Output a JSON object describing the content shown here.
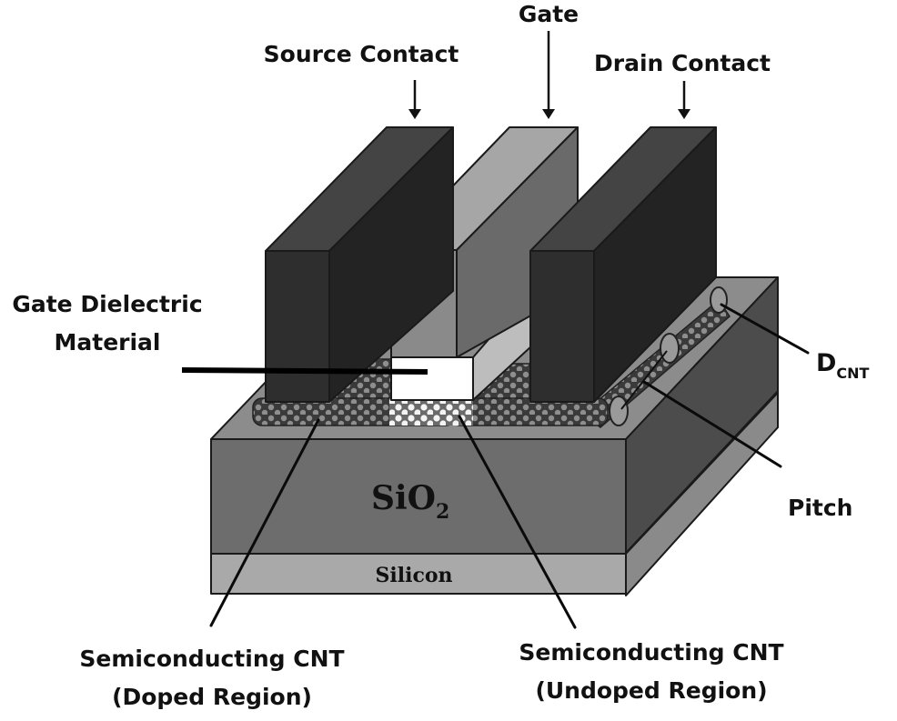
{
  "diagram": {
    "title": "Carbon nanotube field-effect transistor (CNTFET) structure",
    "labels": {
      "gate": "Gate",
      "source_contact": "Source Contact",
      "drain_contact": "Drain Contact",
      "gate_dielectric_line1": "Gate Dielectric",
      "gate_dielectric_line2": "Material",
      "d_cnt_main": "D",
      "d_cnt_sub": "CNT",
      "pitch": "Pitch",
      "sio2_main": "SiO",
      "sio2_sub": "2",
      "silicon": "Silicon",
      "cnt_doped_line1": "Semiconducting CNT",
      "cnt_doped_line2": "(Doped Region)",
      "cnt_undoped_line1": "Semiconducting CNT",
      "cnt_undoped_line2": "(Undoped Region)"
    },
    "components": [
      {
        "id": "source-contact",
        "material": "metal contact",
        "shade": "dark"
      },
      {
        "id": "gate",
        "material": "gate electrode",
        "shade": "medium"
      },
      {
        "id": "drain-contact",
        "material": "metal contact",
        "shade": "dark"
      },
      {
        "id": "gate-dielectric",
        "material": "dielectric",
        "shade": "white"
      },
      {
        "id": "cnt-doped",
        "material": "semiconducting CNT (doped)",
        "shade": "dotted dark"
      },
      {
        "id": "cnt-undoped",
        "material": "semiconducting CNT (undoped)",
        "shade": "dotted light"
      },
      {
        "id": "sio2-layer",
        "material": "SiO2",
        "shade": "medium-dark"
      },
      {
        "id": "silicon-layer",
        "material": "Silicon",
        "shade": "light"
      }
    ],
    "colors": {
      "background": "#ffffff",
      "contact_front": "#2e2e2e",
      "contact_side": "#232323",
      "contact_top": "#444444",
      "gate_front": "#8a8a8a",
      "gate_side": "#6a6a6a",
      "gate_top": "#a6a6a6",
      "dielectric": "#ffffff",
      "dielectric_side": "#bdbdbd",
      "sio2_front": "#6d6d6d",
      "sio2_side": "#4c4c4c",
      "sio2_top": "#8c8c8c",
      "silicon_front": "#a9a9a9",
      "silicon_side": "#8a8a8a",
      "cnt_dark": "#3a3a3a",
      "cnt_light": "#e8e8e8",
      "text": "#111111"
    }
  }
}
